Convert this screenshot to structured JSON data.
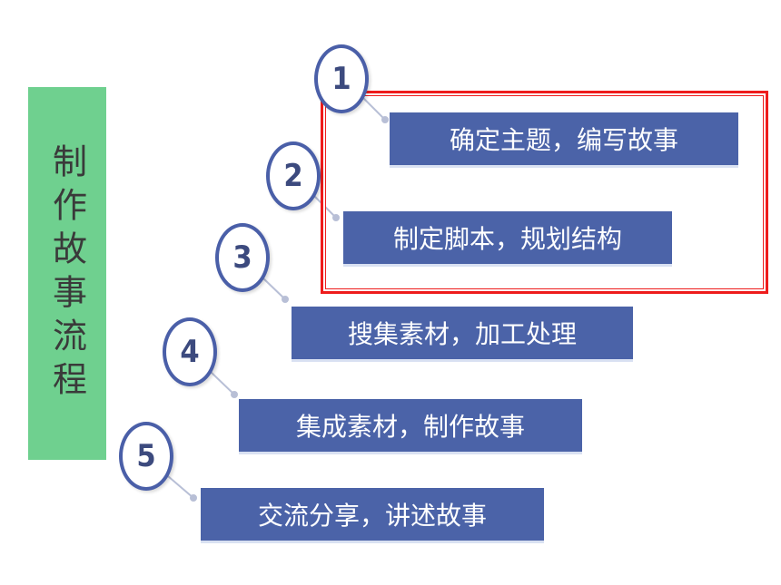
{
  "sidebar": {
    "title": "制作故事流程"
  },
  "steps": [
    {
      "number": "1",
      "label": "确定主题，编写故事"
    },
    {
      "number": "2",
      "label": "制定脚本，规划结构"
    },
    {
      "number": "3",
      "label": "搜集素材，加工处理"
    },
    {
      "number": "4",
      "label": "集成素材，制作故事"
    },
    {
      "number": "5",
      "label": "交流分享，讲述故事"
    }
  ],
  "colors": {
    "sidebar": "#6fd08f",
    "step_box": "#4b63a8",
    "circle_border": "#4a5fa8",
    "highlight": "#ee1c1c"
  }
}
